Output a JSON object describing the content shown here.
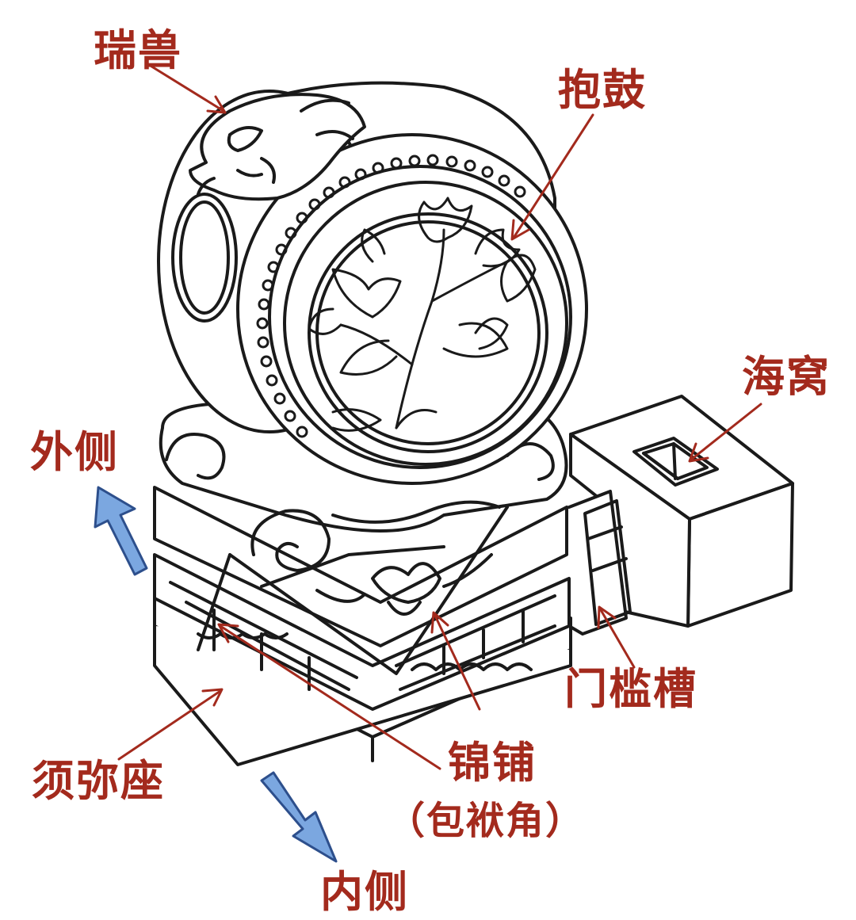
{
  "labels": {
    "ruishou": "瑞兽",
    "baogu": "抱鼓",
    "haiwo": "海窝",
    "waice": "外侧",
    "neice": "内侧",
    "menkancao": "门槛槽",
    "xumizuo": "须弥座",
    "jinpu": "锦铺",
    "baofujiao": "（包袱角）"
  },
  "colors": {
    "label": "#a32a1d",
    "leader": "#a32a1d",
    "ink": "#1a1a1a",
    "arrow_fill": "#7ba7e0",
    "arrow_stroke": "#2d4f8c"
  }
}
